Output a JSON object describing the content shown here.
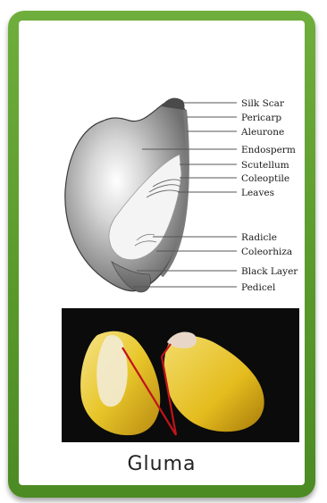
{
  "diagram": {
    "labels": [
      {
        "key": "silk_scar",
        "text": "Silk Scar"
      },
      {
        "key": "pericarp",
        "text": "Pericarp"
      },
      {
        "key": "aleurone",
        "text": "Aleurone"
      },
      {
        "key": "endosperm",
        "text": "Endosperm"
      },
      {
        "key": "scutellum",
        "text": "Scutellum"
      },
      {
        "key": "coleoptile",
        "text": "Coleoptile"
      },
      {
        "key": "leaves",
        "text": "Leaves"
      },
      {
        "key": "radicle",
        "text": "Radicle"
      },
      {
        "key": "coleorhiza",
        "text": "Coleorhiza"
      },
      {
        "key": "black_layer",
        "text": "Black Layer"
      },
      {
        "key": "pedicel",
        "text": "Pedicel"
      }
    ]
  },
  "photo": {
    "caption": "Gluma",
    "arrow_color": "#c0141b"
  },
  "colors": {
    "frame": "#5a9a2c",
    "kernel_yellow": "#e8c62a",
    "photo_bg": "#0b0b0b"
  }
}
